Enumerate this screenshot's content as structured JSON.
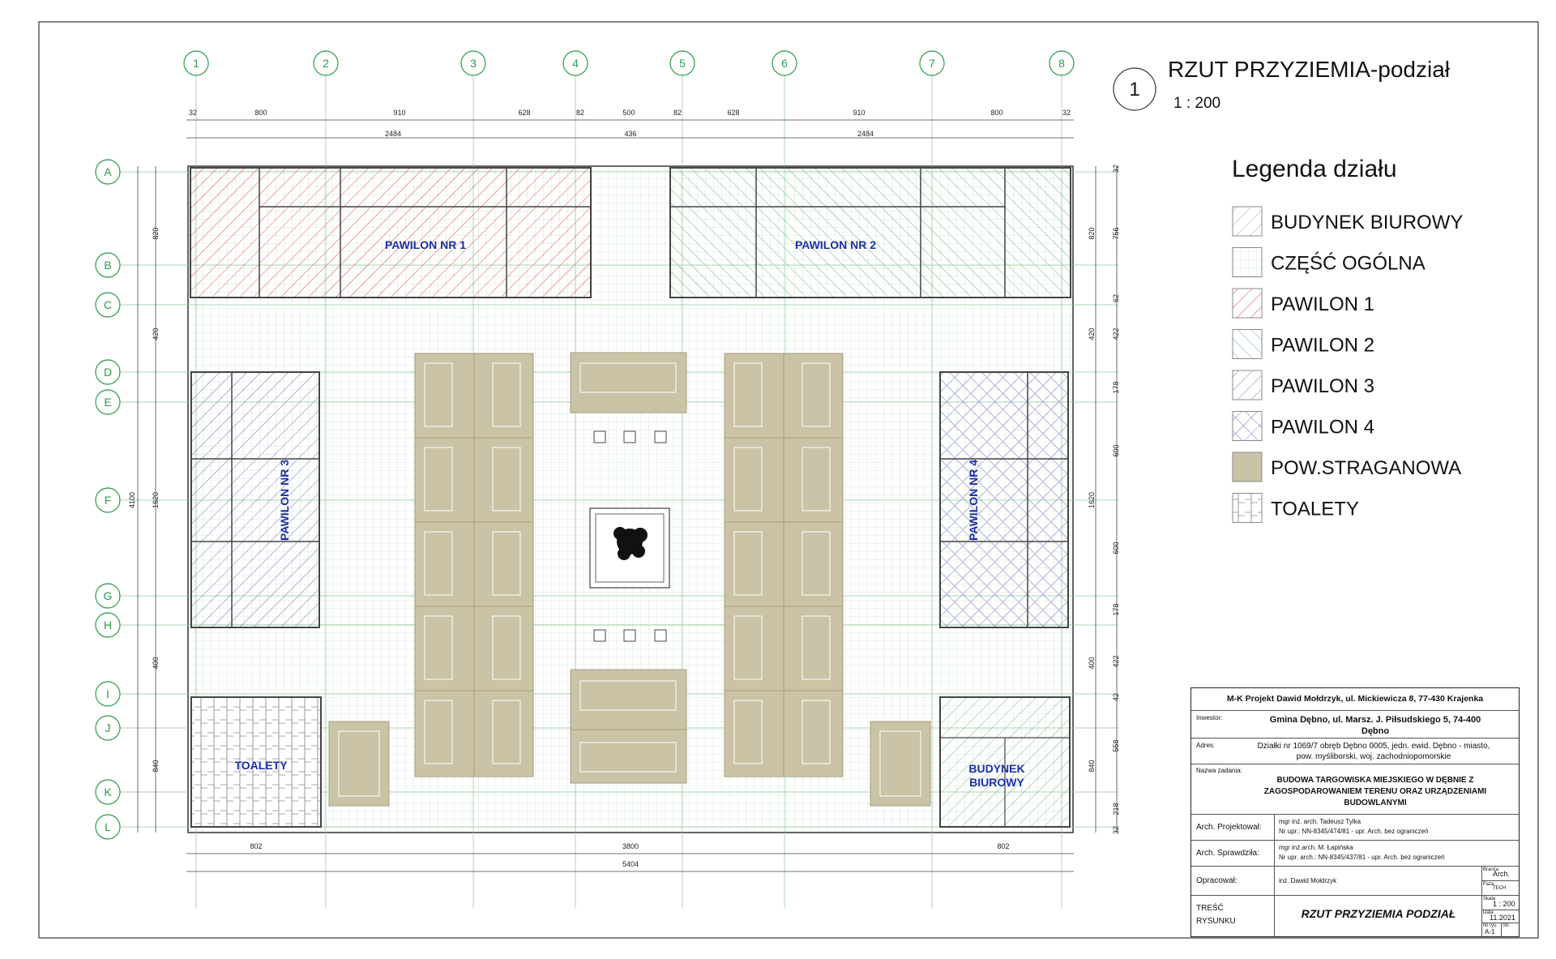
{
  "drawing": {
    "number": "1",
    "title": "RZUT PRZYZIEMIA-podział",
    "scale": "1 : 200"
  },
  "legend": {
    "title": "Legenda działu",
    "items": [
      {
        "label": "BUDYNEK BIUROWY",
        "pattern": "diag-green-light",
        "color": "#7fb98f"
      },
      {
        "label": "CZĘŚĆ OGÓLNA",
        "pattern": "grid",
        "color": "#7fb98f"
      },
      {
        "label": "PAWILON 1",
        "pattern": "diag-red",
        "color": "#d9534f"
      },
      {
        "label": "PAWILON 2",
        "pattern": "diag-green",
        "color": "#6fb58a"
      },
      {
        "label": "PAWILON 3",
        "pattern": "diag-blue",
        "color": "#7b73b8"
      },
      {
        "label": "PAWILON 4",
        "pattern": "cross-blue",
        "color": "#7b73b8"
      },
      {
        "label": "POW.STRAGANOWA",
        "pattern": "solid",
        "color": "#cbc3a6"
      },
      {
        "label": "TOALETY",
        "pattern": "tiles",
        "color": "#555555"
      }
    ]
  },
  "plan": {
    "rooms": {
      "pawilon1": "PAWILON NR 1",
      "pawilon2": "PAWILON NR 2",
      "pawilon3": "PAWILON NR 3",
      "pawilon4": "PAWILON NR 4",
      "toalety": "TOALETY",
      "biuro_line1": "BUDYNEK",
      "biuro_line2": "BIUROWY"
    },
    "axes_numbers": [
      "1",
      "2",
      "3",
      "4",
      "5",
      "6",
      "7",
      "8"
    ],
    "axes_letters": [
      "A",
      "B",
      "C",
      "D",
      "E",
      "F",
      "G",
      "H",
      "I",
      "J",
      "K",
      "L"
    ],
    "dims_top_row1": [
      "32",
      "800",
      "910",
      "628",
      "82",
      "500",
      "82",
      "628",
      "910",
      "800",
      "32"
    ],
    "dims_top_row2": [
      "2484",
      "436",
      "2484"
    ],
    "dims_left_outer": [
      "4100"
    ],
    "dims_left_inner": [
      "820",
      "420",
      "1620",
      "400",
      "840"
    ],
    "dims_right_inner": [
      "820",
      "420",
      "1620",
      "400",
      "840"
    ],
    "dims_right_outer": [
      "32",
      "756",
      "62",
      "422",
      "178",
      "600",
      "600",
      "178",
      "422",
      "42",
      "558",
      "218",
      "32"
    ],
    "dims_bottom_row1": [
      "802",
      "3800",
      "802"
    ],
    "dims_bottom_row2": [
      "5404"
    ]
  },
  "title_block": {
    "company": "M-K Projekt Dawid Mołdrzyk, ul. Mickiewicza 8, 77-430 Krajenka",
    "investor_label": "Inwestor:",
    "investor_line1": "Gmina Dębno, ul. Marsz. J. Piłsudskiego 5, 74-400",
    "investor_line2": "Dębno",
    "address_label": "Adres:",
    "address_line1": "Działki nr 1069/7 obręb Dębno 0005, jedn. ewid. Dębno - miasto,",
    "address_line2": "pow. myśliborski, woj. zachodniopomorskie",
    "task_label": "Nazwa zadania:",
    "task_line1": "BUDOWA TARGOWISKA MIEJSKIEGO W DĘBNIE Z",
    "task_line2": "ZAGOSPODAROWANIEM TERENU ORAZ URZĄDZENIAMI",
    "task_line3": "BUDOWLANYMI",
    "designer_label": "Arch. Projektował:",
    "designer_line1": "mgr inż. arch. Tadeusz Tylka",
    "designer_line2": "Nr upr.: NN-8345/474/81 - upr. Arch. bez ograniczeń",
    "checker_label": "Arch. Sprawdziła:",
    "checker_line1": "mgr inż.arch. M. Łapińska",
    "checker_line2": "Nr upr. arch.: NN-8345/437/81 - upr. Arch. bez ograniczeń",
    "prepared_label": "Opracował:",
    "prepared_value": "inż. Dawid Mołdrzyk",
    "content_label_1": "TREŚĆ",
    "content_label_2": "RYSUNKU",
    "content_value": "RZUT PRZYZIEMIA PODZIAŁ",
    "branza_label": "Branża",
    "branza_value": "Arch.",
    "faza_label": "Faza",
    "faza_value": "TECH",
    "skala_label": "Skala",
    "skala_value": "1 : 200",
    "data_label": "Data",
    "data_value": "11.2021",
    "nr_label": "Nr rys.",
    "nr_value": "A-1",
    "str_label": "Str."
  }
}
